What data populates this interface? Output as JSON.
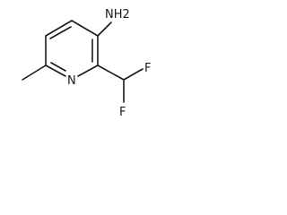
{
  "molecule": {
    "atoms": {
      "nh2": "NH2",
      "n_ring": "N",
      "f_top": "F",
      "f_bottom": "F"
    },
    "ink_color": "#1a1a1a",
    "background_color": "#ffffff"
  }
}
